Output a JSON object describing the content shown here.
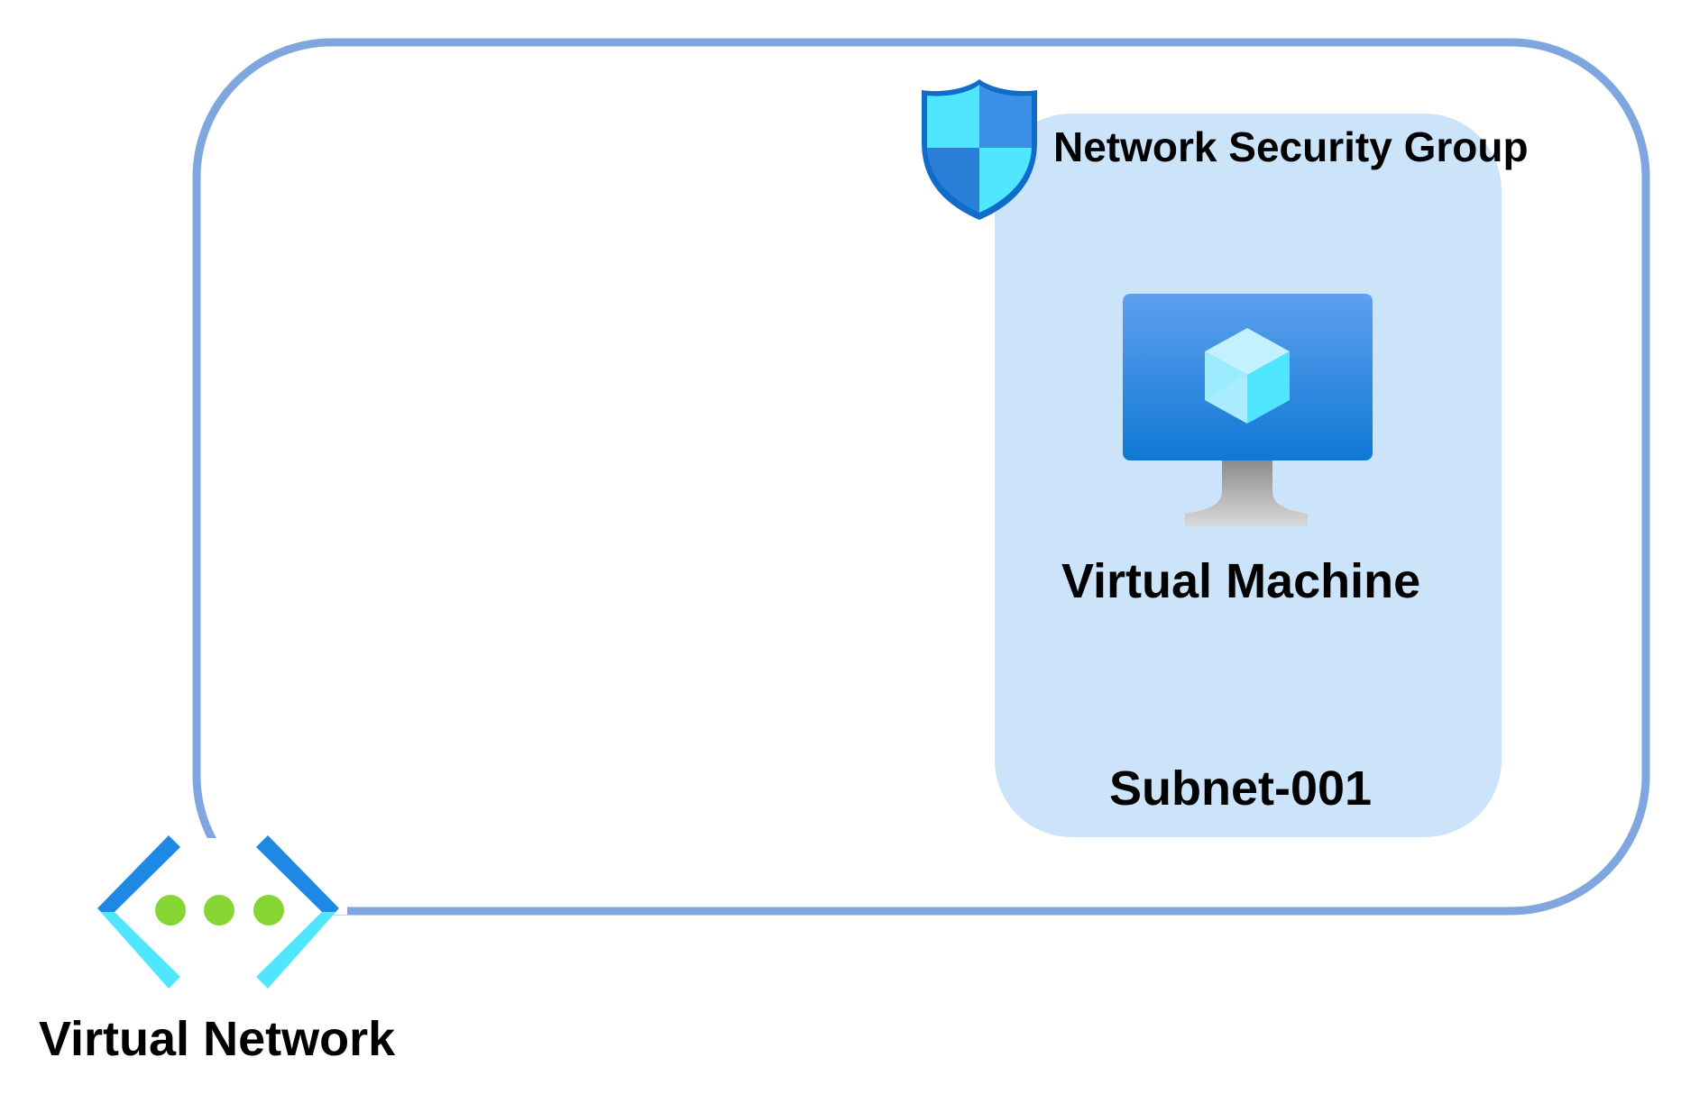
{
  "diagram": {
    "nodes": {
      "virtual_network": {
        "label": "Virtual Network",
        "icon": "virtual-network-icon"
      },
      "subnet": {
        "label": "Subnet-001"
      },
      "network_security_group": {
        "label": "Network Security Group",
        "icon": "shield-icon"
      },
      "virtual_machine": {
        "label": "Virtual Machine",
        "icon": "virtual-machine-icon"
      }
    },
    "containment": [
      {
        "parent": "virtual_network",
        "child": "subnet"
      },
      {
        "parent": "subnet",
        "child": "virtual_machine"
      },
      {
        "attached_to": "subnet",
        "item": "network_security_group"
      }
    ]
  },
  "colors": {
    "vnet_border": "#7fa6de",
    "subnet_fill": "#cce4fa",
    "shield_dark": "#2f7fd8",
    "shield_light": "#50e6ff",
    "monitor_top": "#5ea0ef",
    "monitor_bottom": "#0f78d4",
    "stand": "#a0a0a0",
    "dots": "#86d633",
    "chevron_dark": "#1e88e5",
    "chevron_light": "#50e6ff"
  }
}
